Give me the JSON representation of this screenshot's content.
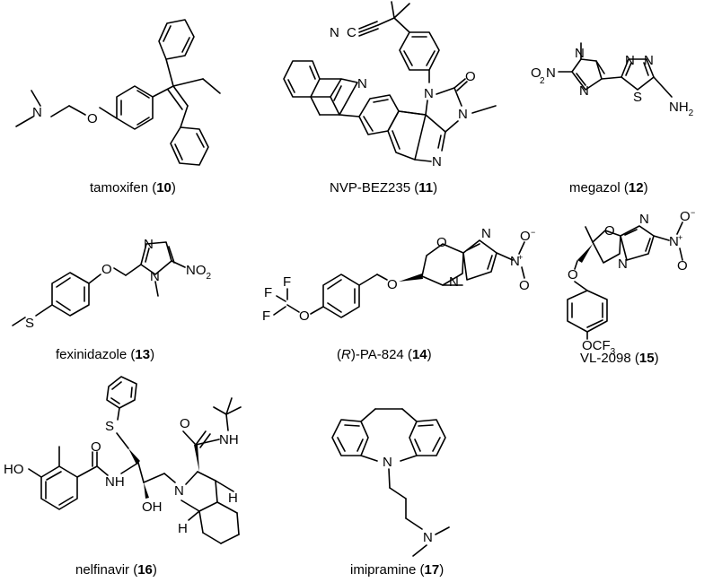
{
  "compounds": [
    {
      "name": "tamoxifen",
      "number": "10"
    },
    {
      "name": "NVP-BEZ235",
      "number": "11"
    },
    {
      "name": "megazol",
      "number": "12"
    },
    {
      "name": "fexinidazole",
      "number": "13"
    },
    {
      "name_prefix": "(",
      "name_italic": "R",
      "name_suffix": ")-PA-824",
      "number": "14"
    },
    {
      "name": "VL-2098",
      "number": "15"
    },
    {
      "name": "nelfinavir",
      "number": "16"
    },
    {
      "name": "imipramine",
      "number": "17"
    }
  ],
  "atom_labels": {
    "N": "N",
    "O": "O",
    "S": "S",
    "H": "H",
    "F": "F",
    "HO": "HO",
    "OH": "OH",
    "NH": "NH",
    "NH2_main": "NH",
    "sub2": "2",
    "NO2_left": "O",
    "NO2_N": "N",
    "NO2_main": "NO",
    "OCF3_main": "OCF",
    "sub3": "3",
    "minus": "−",
    "plus": "+"
  }
}
